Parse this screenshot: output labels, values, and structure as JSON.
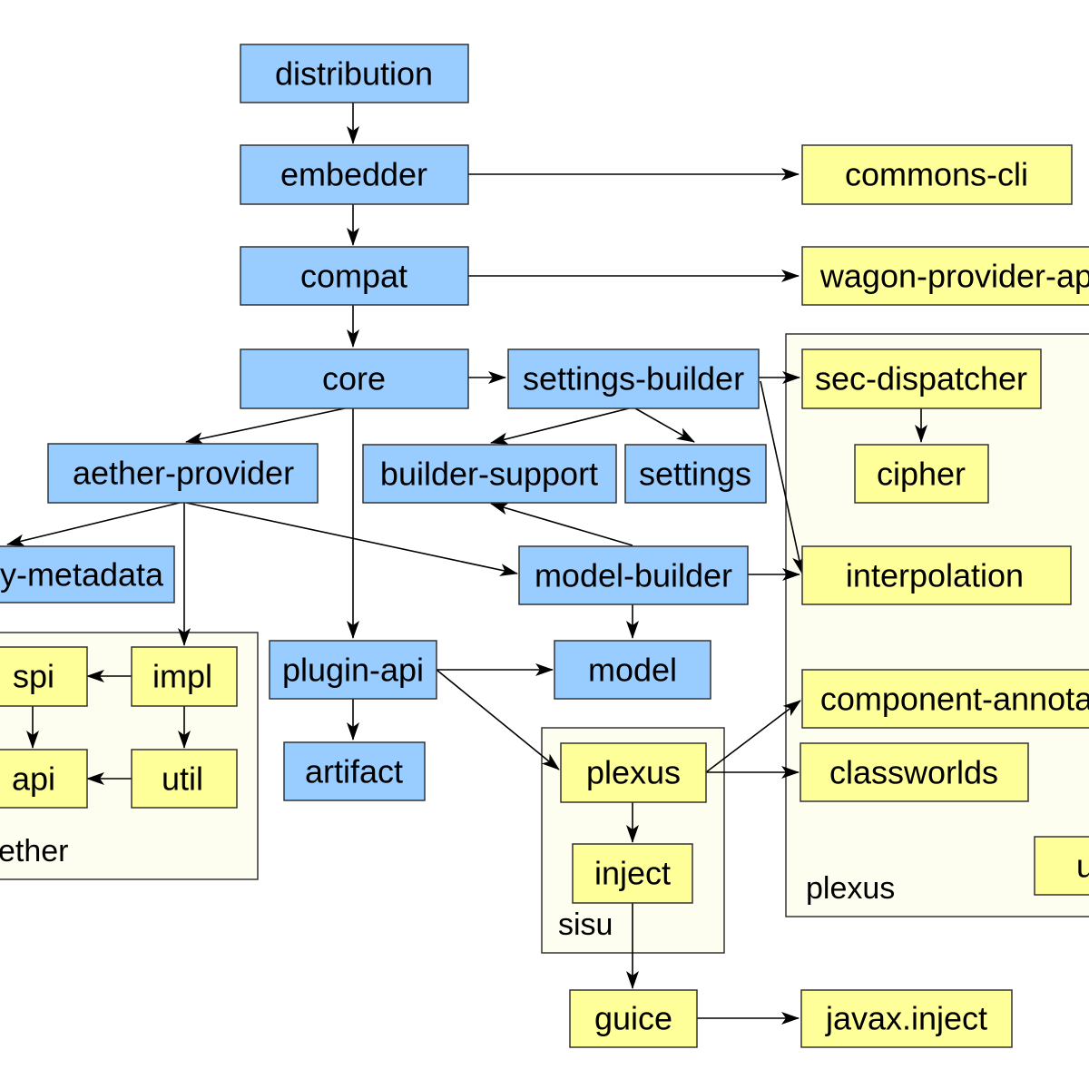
{
  "nodes": {
    "distribution": "distribution",
    "embedder": "embedder",
    "compat": "compat",
    "core": "core",
    "settings_builder": "settings-builder",
    "aether_provider": "aether-provider",
    "builder_support": "builder-support",
    "settings": "settings",
    "repository_metadata": "y-metadata",
    "model_builder": "model-builder",
    "plugin_api": "plugin-api",
    "model": "model",
    "artifact": "artifact",
    "spi": "spi",
    "impl": "impl",
    "api": "api",
    "util": "util",
    "plexus": "plexus",
    "inject": "inject",
    "guice": "guice",
    "javax_inject": "javax.inject",
    "commons_cli": "commons-cli",
    "wagon_provider_api": "wagon-provider-ap",
    "sec_dispatcher": "sec-dispatcher",
    "cipher": "cipher",
    "interpolation": "interpolation",
    "component_annotations": "component-annota",
    "classworlds": "classworlds",
    "plexus_utils": "u"
  },
  "groups": {
    "aether": "ether",
    "sisu": "sisu",
    "plexus": "plexus"
  },
  "colors": {
    "maven_module": "#99ccff",
    "external_module": "#ffff99",
    "group_background": "#fdfdf0"
  }
}
